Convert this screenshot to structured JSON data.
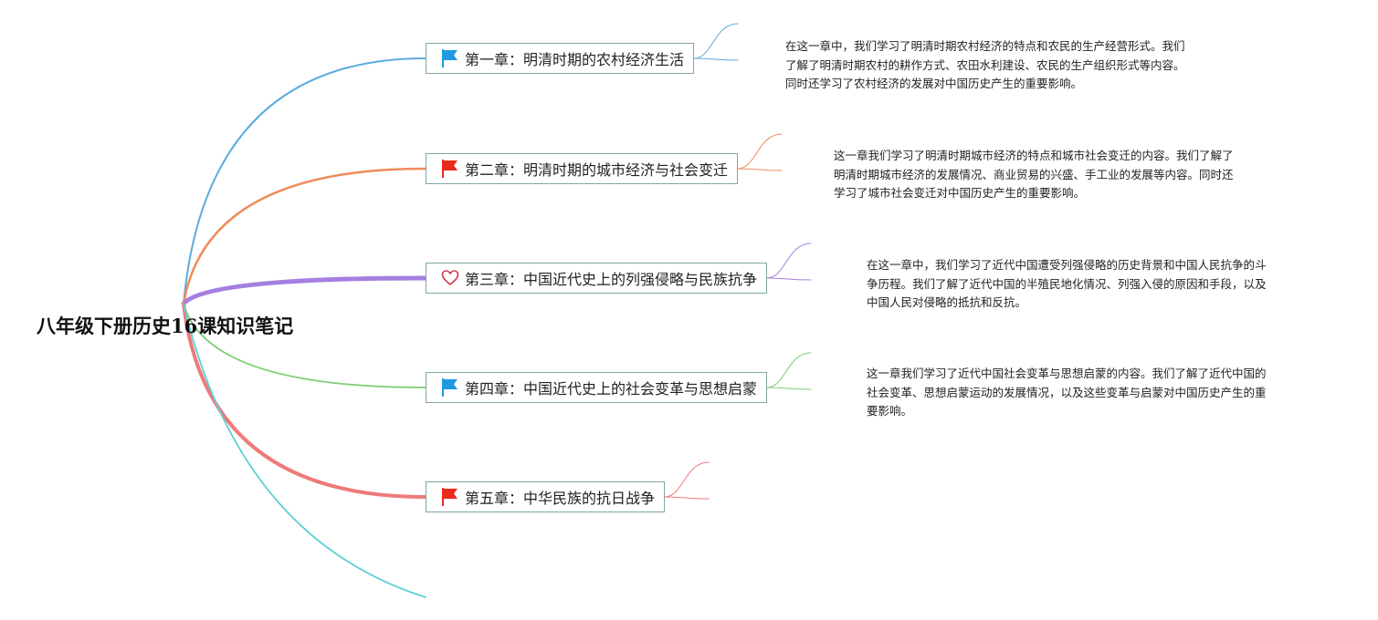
{
  "root": {
    "title": "八年级下册历史16课知识笔记"
  },
  "chapters": [
    {
      "label": "第一章：明清时期的农村经济生活",
      "icon": "blue-flag-icon",
      "color": "#5aacde",
      "note": [
        "在这一章中，我们学习了明清时期农村经济的特点和农民的生产经营形式。我们",
        "了解了明清时期农村的耕作方式、农田水利建设、农民的生产组织形式等内容。",
        "同时还学习了农村经济的发展对中国历史产生的重要影响。"
      ]
    },
    {
      "label": "第二章：明清时期的城市经济与社会变迁",
      "icon": "red-flag-icon",
      "color": "#ef8b5a",
      "note": [
        "这一章我们学习了明清时期城市经济的特点和城市社会变迁的内容。我们了解了",
        "明清时期城市经济的发展情况、商业贸易的兴盛、手工业的发展等内容。同时还",
        "学习了城市社会变迁对中国历史产生的重要影响。"
      ]
    },
    {
      "label": "第三章：中国近代史上的列强侵略与民族抗争",
      "icon": "heart-icon",
      "color": "#a57fe0",
      "note": [
        "在这一章中，我们学习了近代中国遭受列强侵略的历史背景和中国人民抗争的斗",
        "争历程。我们了解了近代中国的半殖民地化情况、列强入侵的原因和手段，以及",
        "中国人民对侵略的抵抗和反抗。"
      ]
    },
    {
      "label": "第四章：中国近代史上的社会变革与思想启蒙",
      "icon": "blue-flag-icon",
      "color": "#7ccc72",
      "note": [
        "这一章我们学习了近代中国社会变革与思想启蒙的内容。我们了解了近代中国的",
        "社会变革、思想启蒙运动的发展情况，以及这些变革与启蒙对中国历史产生的重",
        "要影响。"
      ]
    },
    {
      "label": "第五章：中华民族的抗日战争",
      "icon": "red-flag-icon",
      "color": "#ee7a7a",
      "note": []
    }
  ],
  "colors": {
    "extra_branch": "#5ccfd3",
    "topic_border": "#7fa8a0",
    "flag_blue": "#1f9ae0",
    "flag_red": "#ea2a1a",
    "heart": "#cf3b4e"
  }
}
